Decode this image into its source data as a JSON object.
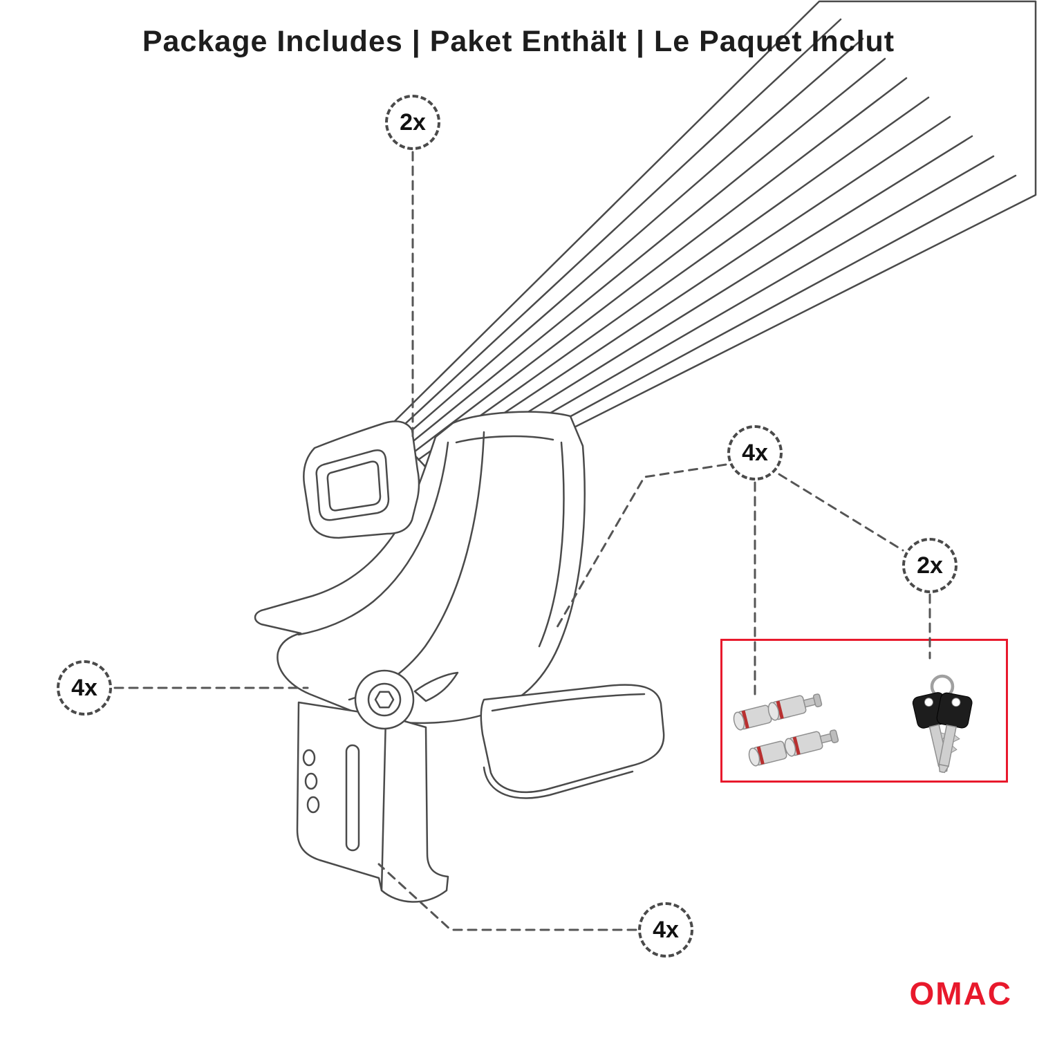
{
  "title": "Package Includes | Paket Enthält | Le Paquet Inclut",
  "callouts": {
    "crossbar_qty": "2x",
    "locks_qty": "4x",
    "keys_qty": "2x",
    "foot_qty": "4x",
    "clamp_qty": "4x"
  },
  "brand": {
    "name": "OMAC"
  },
  "colors": {
    "accent_red": "#E8192C",
    "line_gray": "#4A4A4A",
    "key_black": "#1D1D1D",
    "metal_gray": "#D7D7D7"
  }
}
